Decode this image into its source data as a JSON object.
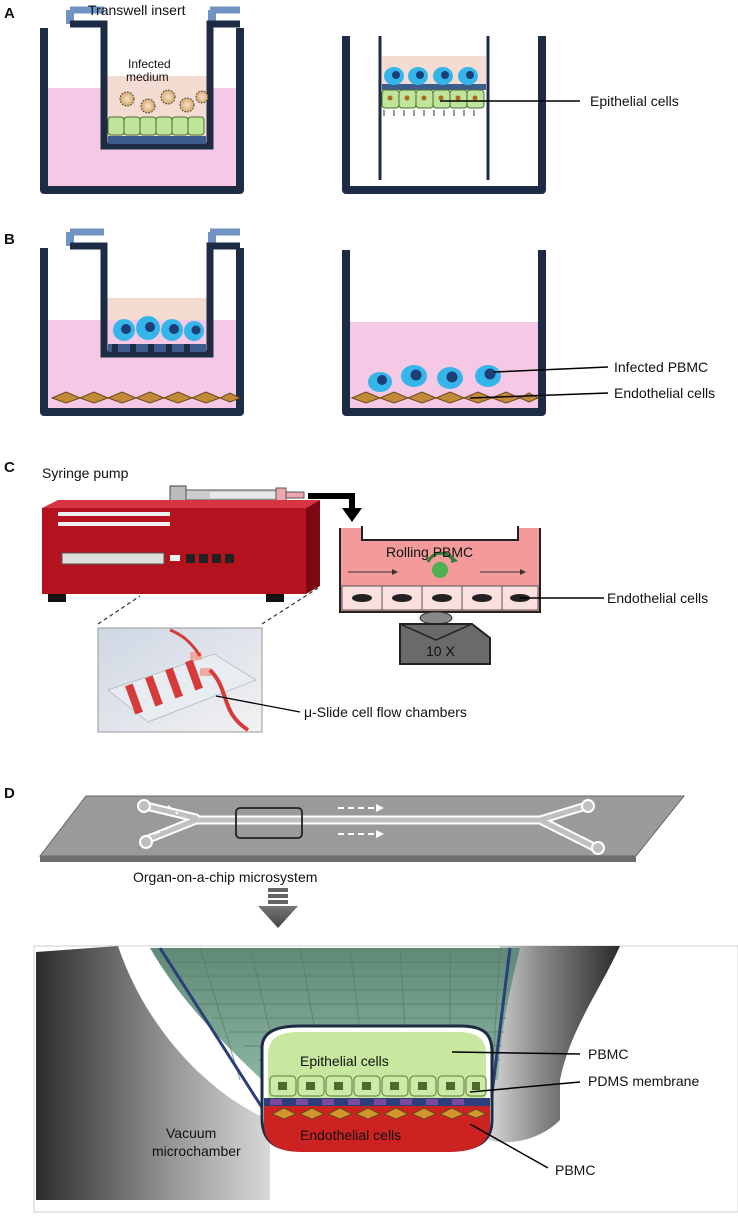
{
  "panels": {
    "a": "A",
    "b": "B",
    "c": "C",
    "d": "D"
  },
  "panel_a": {
    "transwell_insert": "Transwell insert",
    "infected_medium_line1": "Infected",
    "infected_medium_line2": "medium",
    "epithelial_cells": "Epithelial cells"
  },
  "panel_b": {
    "infected_pbmc": "Infected PBMC",
    "endothelial_cells": "Endothelial cells"
  },
  "panel_c": {
    "syringe_pump": "Syringe pump",
    "rolling_pbmc": "Rolling PBMC",
    "endothelial_cells": "Endothelial cells",
    "objective": "10 X",
    "slide_chambers": "μ-Slide cell flow chambers"
  },
  "panel_d": {
    "organ_chip": "Organ-on-a-chip microsystem",
    "epithelial_cells": "Epithelial cells",
    "endothelial_cells": "Endothelial cells",
    "vacuum_line1": "Vacuum",
    "vacuum_line2": "microchamber",
    "pbmc_top": "PBMC",
    "pdms_membrane": "PDMS membrane",
    "pbmc_bottom": "PBMC"
  },
  "colors": {
    "well_wall": "#1d2b45",
    "insert_blue": "#6f93c2",
    "medium_pink": "#f5c8e6",
    "medium_peach": "#f4dcd3",
    "epithelial_green": "#bfe59a",
    "pbmc_cyan": "#35b6ea",
    "endothelial_tan": "#c48a3c",
    "pump_red": "#b3121e",
    "chamber_pink": "#f39b9b",
    "chip_grey": "#9a9a9a",
    "chip_green": "#6f9a86",
    "endo_red": "#cc2222"
  }
}
